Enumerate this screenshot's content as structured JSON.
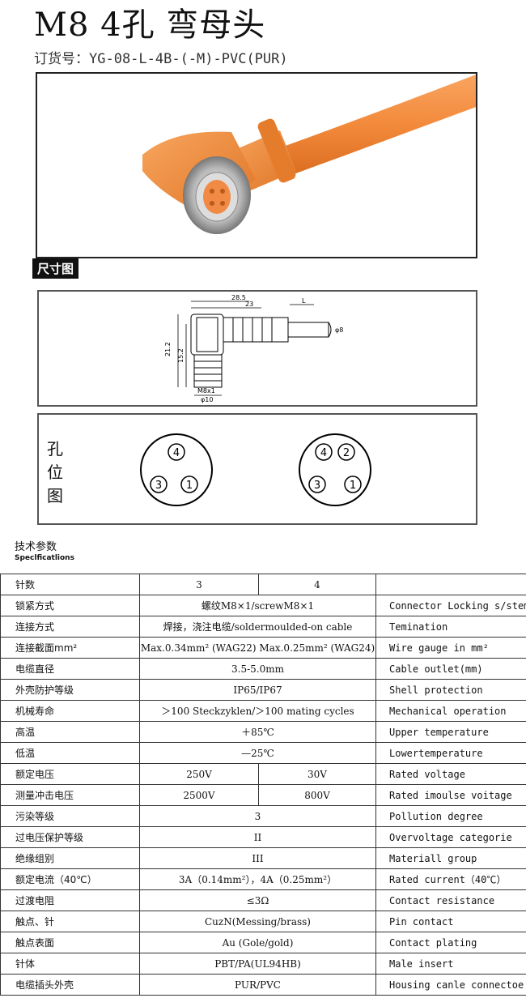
{
  "header": {
    "title": "M8 4孔 弯母头",
    "order_no": "订货号：YG-08-L-4B-(-M)-PVC(PUR)"
  },
  "section_badge": "尺寸图",
  "dimensions": {
    "d1": "28.5",
    "d2": "23",
    "d3": "L",
    "d4": "φ8",
    "d5": "21.2",
    "d6": "15.2",
    "d7": "M8x1",
    "d8": "φ10"
  },
  "pin_layout": {
    "label_chars": [
      "孔",
      "位",
      "图"
    ],
    "layout_3": [
      "4",
      "3",
      "1"
    ],
    "layout_4": [
      "4",
      "2",
      "3",
      "1"
    ]
  },
  "specs": {
    "title": "技术参数",
    "subtitle": "Speclficatlions",
    "rows": [
      {
        "label": "针数",
        "split": [
          "3",
          "4"
        ],
        "en": ""
      },
      {
        "label": "锁紧方式",
        "value": "螺纹M8×1/screwM8×1",
        "en": "Connector Locking s/stem"
      },
      {
        "label": "连接方式",
        "value": "焊接，浇注电缆/soldermoulded-on cable",
        "en": "Temination",
        "small": true
      },
      {
        "label": "连接截面mm²",
        "value": "Max.0.34mm² (WAG22)   Max.0.25mm² (WAG24)",
        "en": "Wire gauge in mm²",
        "small": true
      },
      {
        "label": "电缆直径",
        "value": "3.5-5.0mm",
        "en": "Cable outlet(mm)"
      },
      {
        "label": "外壳防护等级",
        "value": "IP65/IP67",
        "en": "Shell protection"
      },
      {
        "label": "机械寿命",
        "value": "＞100 Steckzyklen/＞100 mating cycles",
        "en": "Mechanical operation",
        "small": true
      },
      {
        "label": "高温",
        "value": "＋85℃",
        "en": "Upper temperature"
      },
      {
        "label": "低温",
        "value": "—25℃",
        "en": "Lowertemperature"
      },
      {
        "label": "额定电压",
        "split": [
          "250V",
          "30V"
        ],
        "en": "Rated voltage"
      },
      {
        "label": "测量冲击电压",
        "split": [
          "2500V",
          "800V"
        ],
        "en": "Rated imoulse voitage"
      },
      {
        "label": "污染等级",
        "value": "3",
        "en": "Pollution degree"
      },
      {
        "label": "过电压保护等级",
        "value": "II",
        "en": "Overvoltage categorie"
      },
      {
        "label": "绝缘组别",
        "value": "III",
        "en": "Materiall group"
      },
      {
        "label": "额定电流（40℃）",
        "value": "3A（0.14mm²），4A（0.25mm²）",
        "en": "Rated current（40℃）"
      },
      {
        "label": "过渡电阻",
        "value": "≤3Ω",
        "en": "Contact resistance"
      },
      {
        "label": "触点、针",
        "value": "CuzN(Messing/brass)",
        "en": "Pin contact"
      },
      {
        "label": "触点表面",
        "value": "Au (Gole/gold)",
        "en": "Contact plating"
      },
      {
        "label": "针体",
        "value": "PBT/PA(UL94HB)",
        "en": "Male insert"
      },
      {
        "label": "电缆插头外壳",
        "value": "PUR/PVC",
        "en": "Housing canle connectoe"
      }
    ]
  },
  "colors": {
    "cable_orange": "#f2893a",
    "knurl_silver": "#b9b9b9"
  }
}
